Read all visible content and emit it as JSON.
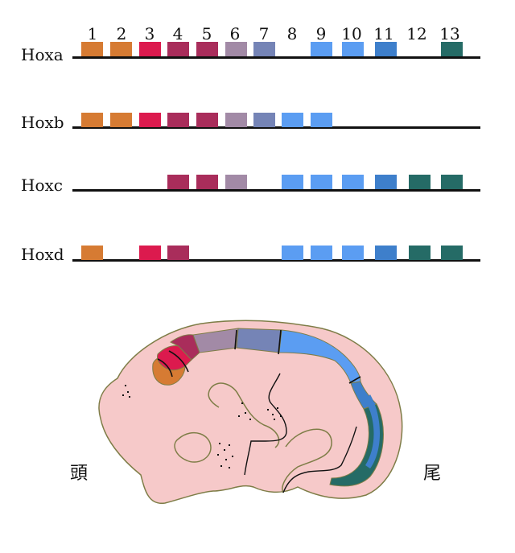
{
  "paralog_groups": [
    "1",
    "2",
    "3",
    "4",
    "5",
    "6",
    "7",
    "8",
    "9",
    "10",
    "11",
    "12",
    "13"
  ],
  "clusters": [
    {
      "name": "Hoxa",
      "genes": [
        1,
        2,
        3,
        4,
        5,
        6,
        7,
        9,
        10,
        11,
        13
      ]
    },
    {
      "name": "Hoxb",
      "genes": [
        1,
        2,
        3,
        4,
        5,
        6,
        7,
        8,
        9
      ]
    },
    {
      "name": "Hoxc",
      "genes": [
        4,
        5,
        6,
        8,
        9,
        10,
        11,
        12,
        13
      ]
    },
    {
      "name": "Hoxd",
      "genes": [
        1,
        3,
        4,
        8,
        9,
        10,
        11,
        12,
        13
      ]
    }
  ],
  "colors": {
    "1": "#d67b33",
    "2": "#d67b33",
    "3": "#dc1a4e",
    "4": "#a92d5b",
    "5": "#a92d5b",
    "6": "#a28aa6",
    "7": "#7584b6",
    "8": "#5b9df2",
    "9": "#5b9df2",
    "10": "#5b9df2",
    "11": "#3e7fcb",
    "12": "#256b66",
    "13": "#256b66"
  },
  "embryo_colors": {
    "body": "#f6c9c9",
    "outline": "#7e7d47"
  },
  "labels": {
    "head": "頭",
    "tail": "尾"
  }
}
